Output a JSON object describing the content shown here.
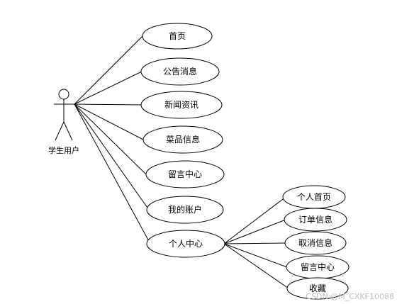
{
  "actor": {
    "label": "学生用户"
  },
  "use_cases": [
    {
      "id": "home",
      "label": "首页"
    },
    {
      "id": "notice",
      "label": "公告消息"
    },
    {
      "id": "news",
      "label": "新闻资讯"
    },
    {
      "id": "dishes",
      "label": "菜品信息"
    },
    {
      "id": "message-center",
      "label": "留言中心"
    },
    {
      "id": "my-account",
      "label": "我的账户"
    },
    {
      "id": "personal-center",
      "label": "个人中心"
    }
  ],
  "sub_use_cases": [
    {
      "id": "personal-home",
      "label": "个人首页"
    },
    {
      "id": "order-info",
      "label": "订单信息"
    },
    {
      "id": "cancel-info",
      "label": "取消信息"
    },
    {
      "id": "sub-message-center",
      "label": "留言中心"
    },
    {
      "id": "favorites",
      "label": "收藏"
    }
  ],
  "watermark": "CSDN @M_CXKF10088"
}
